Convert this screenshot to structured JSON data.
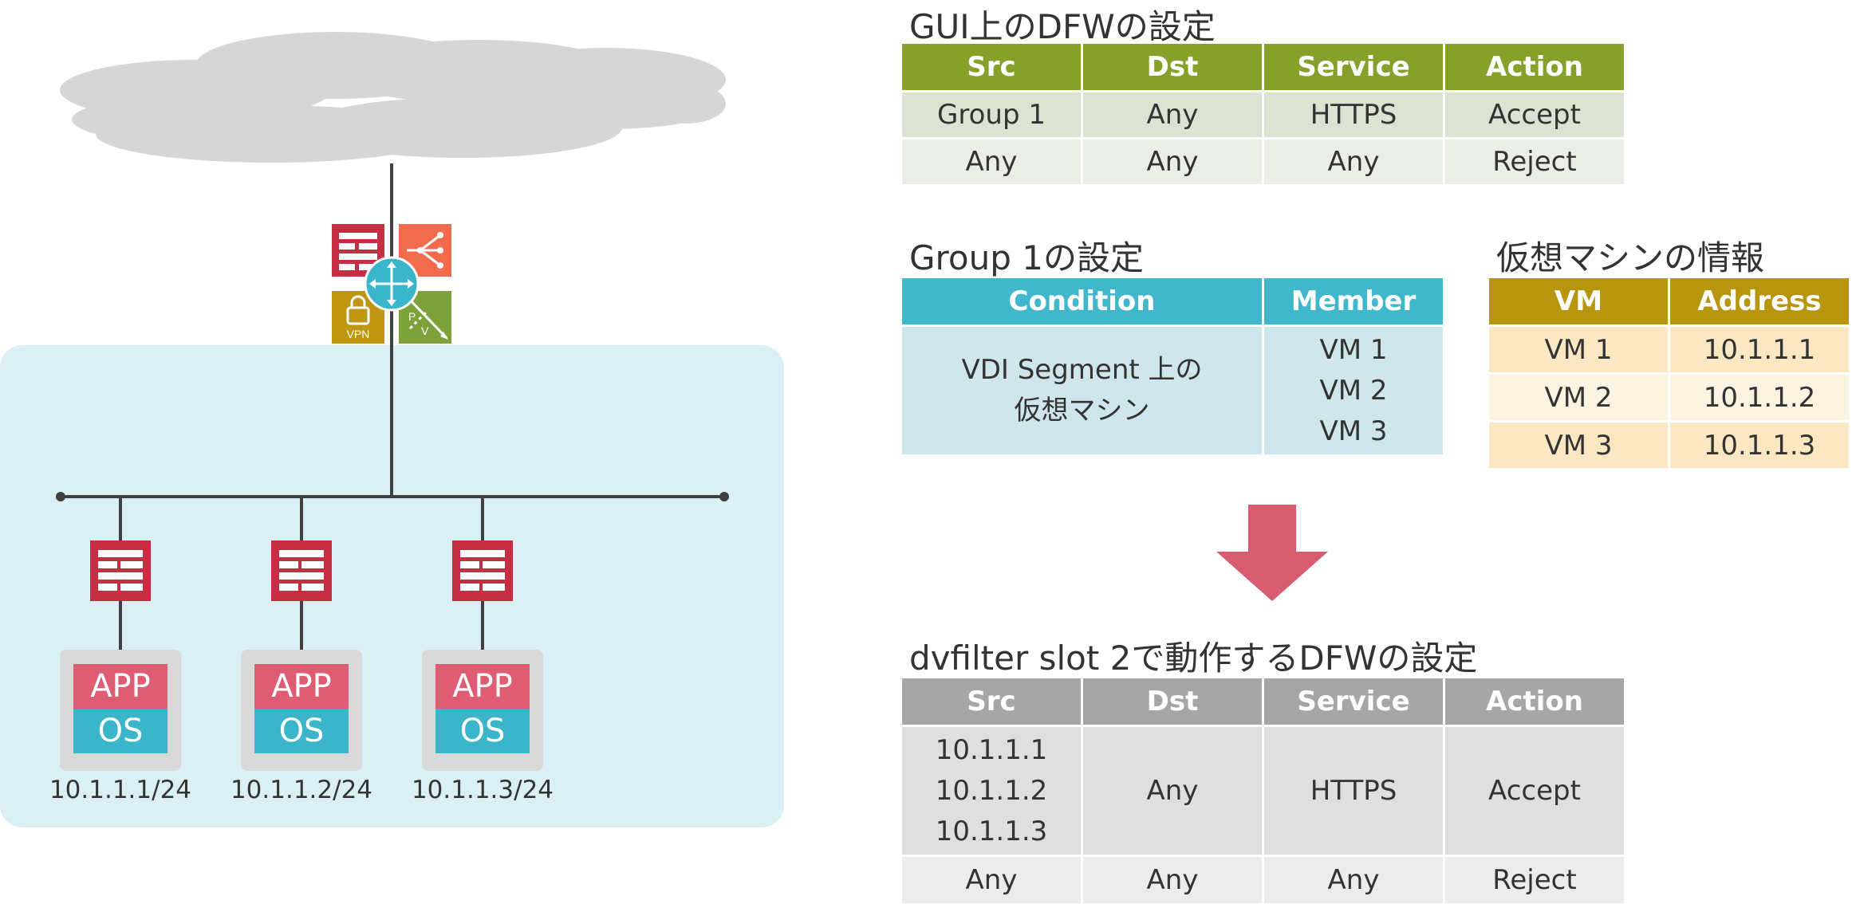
{
  "network": {
    "icons": [
      "cloud-icon",
      "firewall-icon",
      "load-balancer-icon",
      "router-icon",
      "vpn-icon",
      "l2-bridge-icon"
    ],
    "edge_labels": {
      "vpn": "VPN",
      "p": "P",
      "v": "V"
    },
    "vms": [
      {
        "app": "APP",
        "os": "OS",
        "ip": "10.1.1.1/24"
      },
      {
        "app": "APP",
        "os": "OS",
        "ip": "10.1.1.2/24"
      },
      {
        "app": "APP",
        "os": "OS",
        "ip": "10.1.1.3/24"
      }
    ],
    "colors": {
      "firewall": "#c62e44",
      "segment_bg": "#daf0f4",
      "cloud": "#d6d6d6",
      "router": "#3bb5c9",
      "lb": "#f26b4f",
      "vpn": "#c09613",
      "bridge": "#7ea23a"
    }
  },
  "dfw_gui": {
    "title": "GUI上のDFWの設定",
    "headers": [
      "Src",
      "Dst",
      "Service",
      "Action"
    ],
    "rows": [
      [
        "Group 1",
        "Any",
        "HTTPS",
        "Accept"
      ],
      [
        "Any",
        "Any",
        "Any",
        "Reject"
      ]
    ]
  },
  "group": {
    "title": "Group 1の設定",
    "headers": [
      "Condition",
      "Member"
    ],
    "condition_lines": [
      "VDI Segment 上の",
      "仮想マシン"
    ],
    "members": [
      "VM 1",
      "VM 2",
      "VM 3"
    ]
  },
  "vm_info": {
    "title": "仮想マシンの情報",
    "headers": [
      "VM",
      "Address"
    ],
    "rows": [
      [
        "VM 1",
        "10.1.1.1"
      ],
      [
        "VM 2",
        "10.1.1.2"
      ],
      [
        "VM 3",
        "10.1.1.3"
      ]
    ]
  },
  "dvfilter": {
    "title": "dvfilter slot 2で動作するDFWの設定",
    "headers": [
      "Src",
      "Dst",
      "Service",
      "Action"
    ],
    "row1": {
      "src": [
        "10.1.1.1",
        "10.1.1.2",
        "10.1.1.3"
      ],
      "dst": "Any",
      "service": "HTTPS",
      "action": "Accept"
    },
    "row2": [
      "Any",
      "Any",
      "Any",
      "Reject"
    ]
  }
}
